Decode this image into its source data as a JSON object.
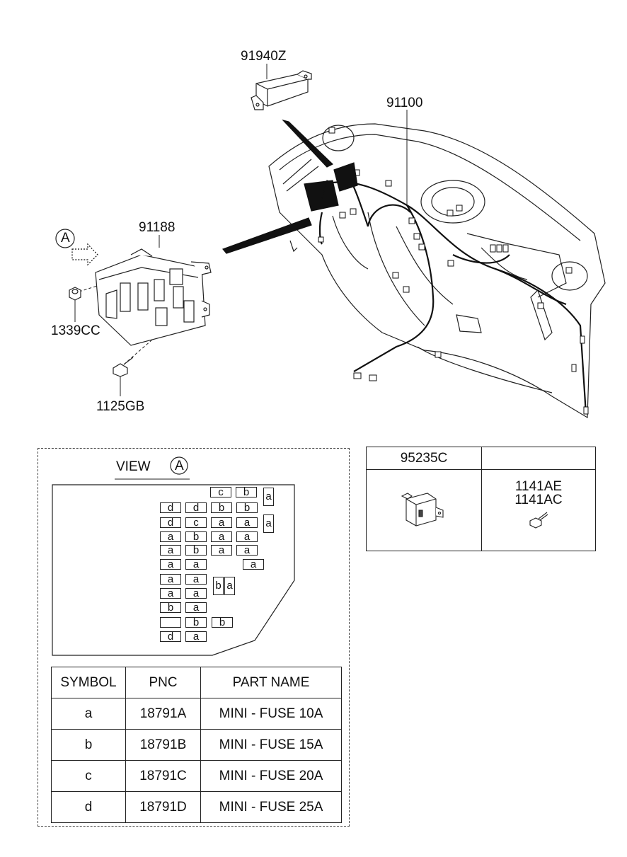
{
  "labels": {
    "part_91940z": "91940Z",
    "part_91100": "91100",
    "part_91188": "91188",
    "part_1339cc": "1339CC",
    "part_1125gb": "1125GB",
    "view_marker": "A"
  },
  "view": {
    "title": "VIEW",
    "marker": "A",
    "fuses": [
      {
        "row": 0,
        "col": 2,
        "t": "c"
      },
      {
        "row": 0,
        "col": 3,
        "t": "b"
      },
      {
        "row": 1,
        "col": 0,
        "t": "d"
      },
      {
        "row": 1,
        "col": 1,
        "t": "d"
      },
      {
        "row": 1,
        "col": 2,
        "t": "b"
      },
      {
        "row": 1,
        "col": 3,
        "t": "b"
      },
      {
        "row": 2,
        "col": 0,
        "t": "d"
      },
      {
        "row": 2,
        "col": 1,
        "t": "c"
      },
      {
        "row": 2,
        "col": 2,
        "t": "a"
      },
      {
        "row": 2,
        "col": 3,
        "t": "a"
      },
      {
        "row": 3,
        "col": 0,
        "t": "a"
      },
      {
        "row": 3,
        "col": 1,
        "t": "b"
      },
      {
        "row": 3,
        "col": 2,
        "t": "a"
      },
      {
        "row": 3,
        "col": 3,
        "t": "a"
      },
      {
        "row": 4,
        "col": 0,
        "t": "a"
      },
      {
        "row": 4,
        "col": 1,
        "t": "b"
      },
      {
        "row": 4,
        "col": 2,
        "t": "a"
      },
      {
        "row": 4,
        "col": 3,
        "t": "a"
      },
      {
        "row": 5,
        "col": 0,
        "t": "a"
      },
      {
        "row": 5,
        "col": 1,
        "t": "a"
      },
      {
        "row": 5,
        "col": 3.3,
        "t": "a"
      },
      {
        "row": 6,
        "col": 0,
        "t": "a"
      },
      {
        "row": 6,
        "col": 1,
        "t": "a"
      },
      {
        "row": 7,
        "col": 0,
        "t": "a"
      },
      {
        "row": 7,
        "col": 1,
        "t": "a"
      },
      {
        "row": 8,
        "col": 0,
        "t": "b"
      },
      {
        "row": 8,
        "col": 1,
        "t": "a"
      },
      {
        "row": 9,
        "col": 0,
        "t": ""
      },
      {
        "row": 9,
        "col": 1,
        "t": "b"
      },
      {
        "row": 9,
        "col": 2,
        "t": "b"
      },
      {
        "row": 10,
        "col": 0,
        "t": "d"
      },
      {
        "row": 10,
        "col": 1,
        "t": "a"
      }
    ],
    "tall_fuses": [
      {
        "t": "a",
        "slot": 0
      },
      {
        "t": "a",
        "slot": 1
      },
      {
        "t": "b",
        "slot": 2
      },
      {
        "t": "a",
        "slot": 3
      }
    ]
  },
  "legend": {
    "headers": [
      "SYMBOL",
      "PNC",
      "PART NAME"
    ],
    "rows": [
      [
        "a",
        "18791A",
        "MINI - FUSE 10A"
      ],
      [
        "b",
        "18791B",
        "MINI - FUSE 15A"
      ],
      [
        "c",
        "18791C",
        "MINI - FUSE 20A"
      ],
      [
        "d",
        "18791D",
        "MINI - FUSE 25A"
      ]
    ]
  },
  "relay_box": {
    "relay_pnc": "95235C",
    "screw_pnc_1": "1141AE",
    "screw_pnc_2": "1141AC"
  }
}
